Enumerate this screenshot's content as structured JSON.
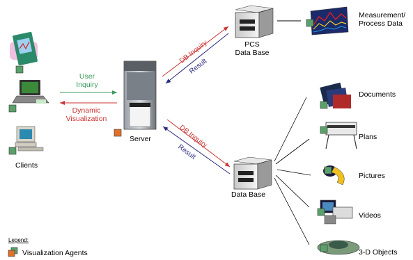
{
  "nodes": {
    "clients": "Clients",
    "server": "Server",
    "pcs_db": [
      "PCS",
      "Data Base"
    ],
    "db": "Data Base",
    "measurement": [
      "Measurement/",
      "Process Data"
    ],
    "documents": "Documents",
    "plans": "Plans",
    "pictures": "Pictures",
    "videos": "Videos",
    "objects3d": "3-D Objects"
  },
  "edges": {
    "user_inquiry": [
      "User",
      "Inquiry"
    ],
    "dynamic_viz": [
      "Dynamic",
      "Visualization"
    ],
    "db_inquiry": "DB Inquiry",
    "result": "Result"
  },
  "legend": {
    "title": "Legend:",
    "item": "Visualization Agents"
  },
  "colors": {
    "agent_green": "#5aa06a",
    "agent_orange": "#e0702a",
    "arrow_green": "#3a9a5a",
    "arrow_red": "#cc3333",
    "arrow_navy": "#2a2a80"
  }
}
